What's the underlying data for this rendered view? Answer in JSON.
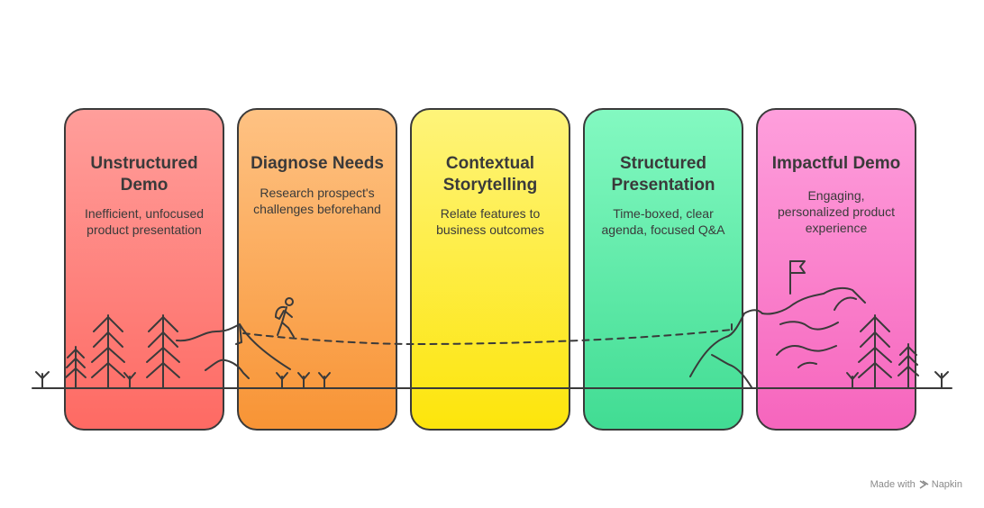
{
  "stages": [
    {
      "title": "Unstructured\nDemo",
      "description": "Inefficient, unfocused\nproduct presentation",
      "color_top": "#ff9e9b",
      "color_bottom": "#fe6a63"
    },
    {
      "title": "Diagnose Needs",
      "description": "Research prospect's\nchallenges beforehand",
      "color_top": "#fec283",
      "color_bottom": "#f89435"
    },
    {
      "title": "Contextual\nStorytelling",
      "description": "Relate features to\nbusiness outcomes",
      "color_top": "#fef47a",
      "color_bottom": "#fde50b"
    },
    {
      "title": "Structured\nPresentation",
      "description": "Time-boxed, clear\nagenda, focused Q&A",
      "color_top": "#83f9c1",
      "color_bottom": "#41dc93"
    },
    {
      "title": "Impactful Demo",
      "description": "Engaging,\npersonalized product\nexperience",
      "color_top": "#fe9fdc",
      "color_bottom": "#f665bd"
    }
  ],
  "watermark": {
    "text": "Made with",
    "brand": "Napkin"
  },
  "icons": [
    "hiker-icon",
    "flag-icon",
    "tree-icon",
    "mountain-icon",
    "grass-icon",
    "napkin-logo-icon"
  ]
}
